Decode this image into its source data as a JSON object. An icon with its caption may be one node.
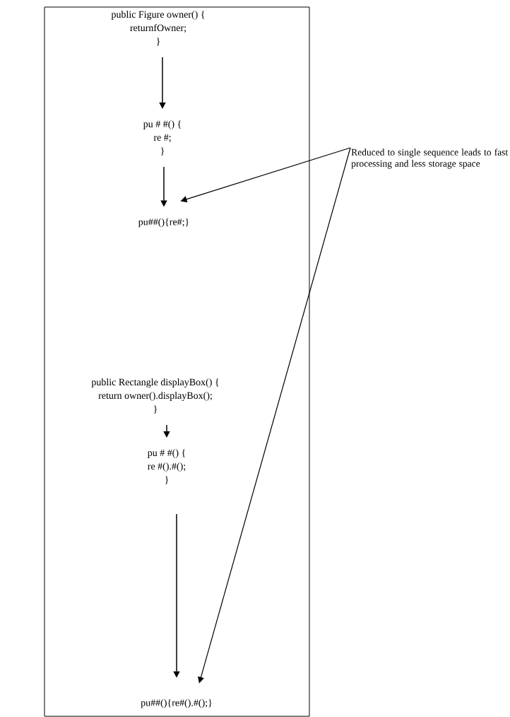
{
  "diagram": {
    "nodes": [
      {
        "text": [],
        "shape": "box"
      },
      {
        "text": [
          "public Figure owner() {",
          "returnfOwner;",
          "}"
        ],
        "in": 0
      },
      {
        "text": [
          "pu  #  #()  {",
          "re  #;",
          "}"
        ],
        "in": 0
      },
      {
        "text": [
          "pu##(){re#;}"
        ],
        "in": 0
      },
      {
        "text": [
          "public Rectangle displayBox() {",
          "return owner().displayBox();",
          "}"
        ],
        "in": 0
      },
      {
        "text": [
          "pu  #  #()  {",
          "re  #().#();",
          "}"
        ],
        "in": 0
      },
      {
        "text": [
          "pu##(){re#().#();}"
        ],
        "in": 0
      },
      {
        "text": [
          "Reduced to single sequence leads to fast processing and less storage space"
        ]
      }
    ],
    "edges": [
      {
        "from": 1,
        "to": 2,
        "arrow": "to"
      },
      {
        "from": 2,
        "to": 3,
        "arrow": "to"
      },
      {
        "from": 4,
        "to": 5,
        "arrow": "to"
      },
      {
        "from": 5,
        "to": 6,
        "arrow": "to"
      },
      {
        "from": 7,
        "to": 3,
        "arrow": "to"
      },
      {
        "from": 7,
        "to": 6,
        "arrow": "to"
      }
    ]
  }
}
